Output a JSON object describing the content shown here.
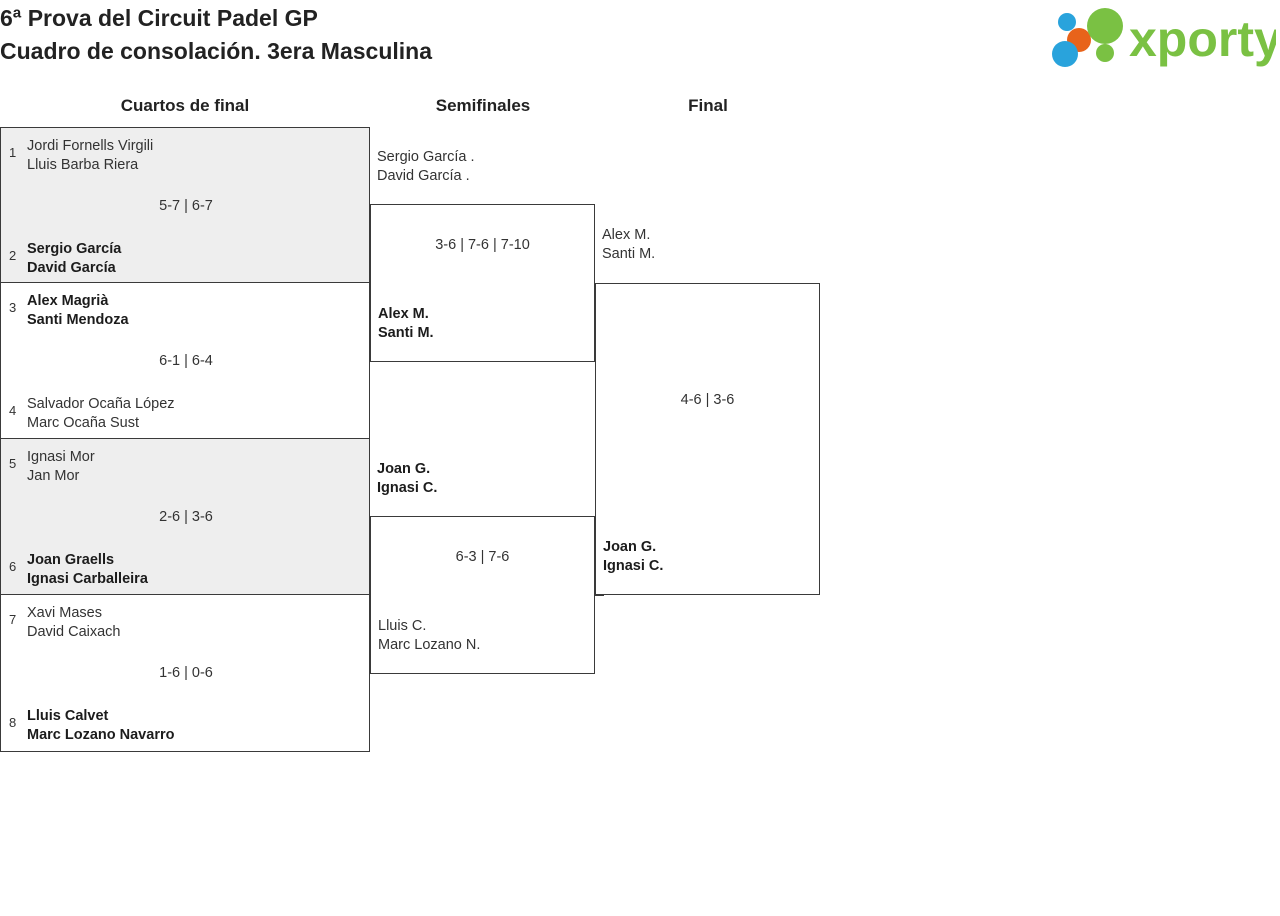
{
  "header": {
    "title_line1": "6ª Prova del Circuit Padel GP",
    "title_line2": "Cuadro de consolación. 3era Masculina",
    "logo_text": "xporty"
  },
  "colors": {
    "logo_green": "#7ac143",
    "logo_blue": "#29a3dc",
    "logo_orange": "#e8631a",
    "box_border": "#3a3a3a",
    "shaded_bg": "#eeeeee",
    "text": "#333333"
  },
  "rounds": [
    {
      "label": "Cuartos de final"
    },
    {
      "label": "Semifinales"
    },
    {
      "label": "Final"
    }
  ],
  "quarterfinals": [
    {
      "top": {
        "seed": "1",
        "p1": "Jordi Fornells Virgili",
        "p2": "Lluis Barba Riera",
        "winner": false
      },
      "bottom": {
        "seed": "2",
        "p1": "Sergio García",
        "p2": "David García",
        "winner": true
      },
      "score": "5-7 | 6-7"
    },
    {
      "top": {
        "seed": "3",
        "p1": "Alex Magrià",
        "p2": "Santi Mendoza",
        "winner": true
      },
      "bottom": {
        "seed": "4",
        "p1": "Salvador Ocaña López",
        "p2": "Marc Ocaña Sust",
        "winner": false
      },
      "score": "6-1 | 6-4"
    },
    {
      "top": {
        "seed": "5",
        "p1": "Ignasi Mor",
        "p2": "Jan Mor",
        "winner": false
      },
      "bottom": {
        "seed": "6",
        "p1": "Joan Graells",
        "p2": "Ignasi Carballeira",
        "winner": true
      },
      "score": "2-6 | 3-6"
    },
    {
      "top": {
        "seed": "7",
        "p1": "Xavi Mases",
        "p2": "David Caixach",
        "winner": false
      },
      "bottom": {
        "seed": "8",
        "p1": "Lluis Calvet",
        "p2": "Marc Lozano Navarro",
        "winner": true
      },
      "score": "1-6 | 0-6"
    }
  ],
  "semifinals": [
    {
      "top": {
        "p1": "Sergio García .",
        "p2": "David García .",
        "winner": false
      },
      "bottom": {
        "p1": "Alex M.",
        "p2": "Santi M.",
        "winner": true
      },
      "score": "3-6 | 7-6 | 7-10"
    },
    {
      "top": {
        "p1": "Joan G.",
        "p2": "Ignasi C.",
        "winner": true
      },
      "bottom": {
        "p1": "Lluis C.",
        "p2": "Marc Lozano N.",
        "winner": false
      },
      "score": "6-3 | 7-6"
    }
  ],
  "final": {
    "top": {
      "p1": "Alex M.",
      "p2": "Santi M.",
      "winner": false
    },
    "bottom": {
      "p1": "Joan G.",
      "p2": "Ignasi C.",
      "winner": true
    },
    "score": "4-6 | 3-6"
  }
}
